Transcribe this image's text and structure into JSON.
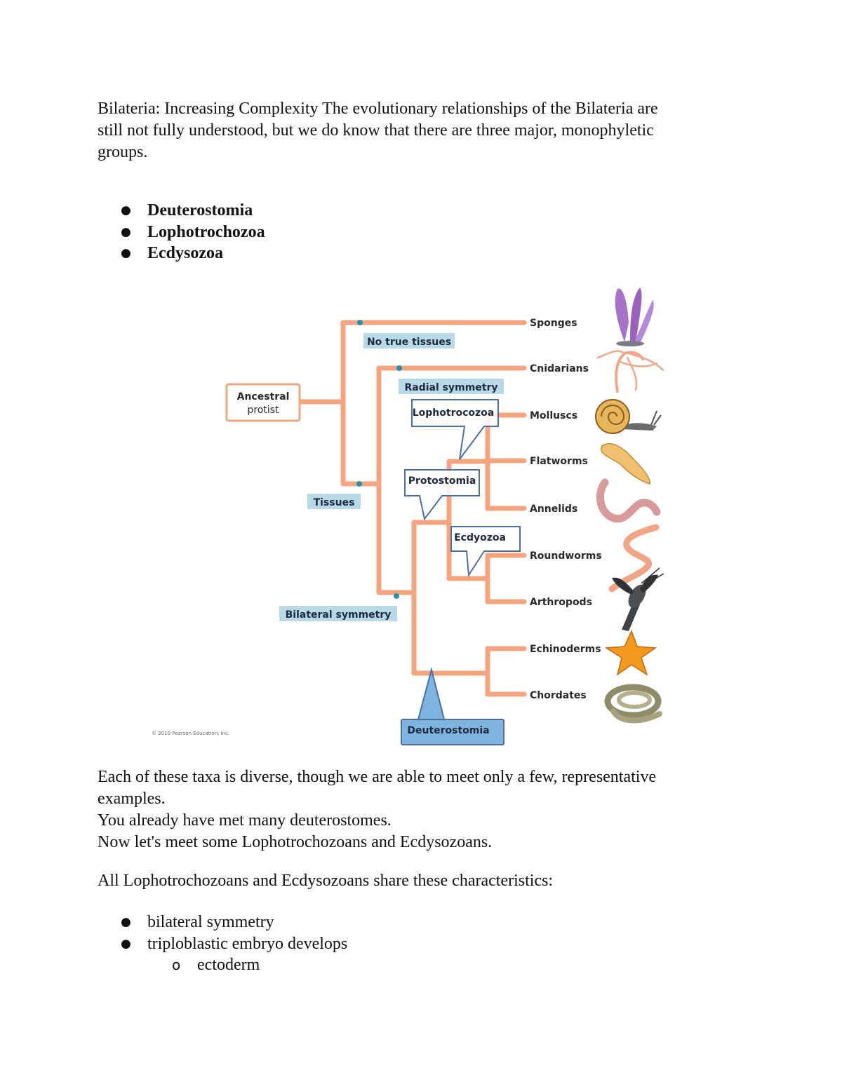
{
  "intro": {
    "line1": "Bilateria: Increasing Complexity The evolutionary relationships of the Bilateria are",
    "line2": "still not fully understood, but we do know that there are three major, monophyletic",
    "line3": "groups."
  },
  "groups": [
    "Deuterostomia",
    "Lophotrochozoa",
    "Ecdysozoa"
  ],
  "diagram": {
    "root": [
      "Ancestral",
      "protist"
    ],
    "traits": {
      "no_tissues": "No true tissues",
      "radial": "Radial symmetry",
      "tissues": "Tissues",
      "bilateral": "Bilateral symmetry"
    },
    "clades": {
      "lopho": "Lophotrocozoa",
      "proto": "Protostomia",
      "ecdy": "Ecdyozoa",
      "deutero": "Deuterostomia"
    },
    "taxa": [
      "Sponges",
      "Cnidarians",
      "Molluscs",
      "Flatworms",
      "Annelids",
      "Roundworms",
      "Arthropods",
      "Echinoderms",
      "Chordates"
    ],
    "copyright": "© 2010 Pearson Education, Inc.",
    "colors": {
      "branch": "#f4a57f",
      "trait_box": "#b8d9e8",
      "node": "#2b8fa8",
      "clade_border": "#4a6fa5",
      "deutero_fill": "#7fb4de"
    }
  },
  "body": {
    "p1_line1": "Each of these taxa is diverse, though we are able to meet only a few, representative",
    "p1_line2": "examples.",
    "p2": "You already have met many deuterostomes.",
    "p3": "Now let's meet some Lophotrochozoans and Ecdysozoans.",
    "p4": "All Lophotrochozoans and Ecdysozoans share these characteristics:"
  },
  "characteristics": [
    "bilateral symmetry",
    "triploblastic embryo develops"
  ],
  "sub_characteristics": [
    "ectoderm"
  ]
}
